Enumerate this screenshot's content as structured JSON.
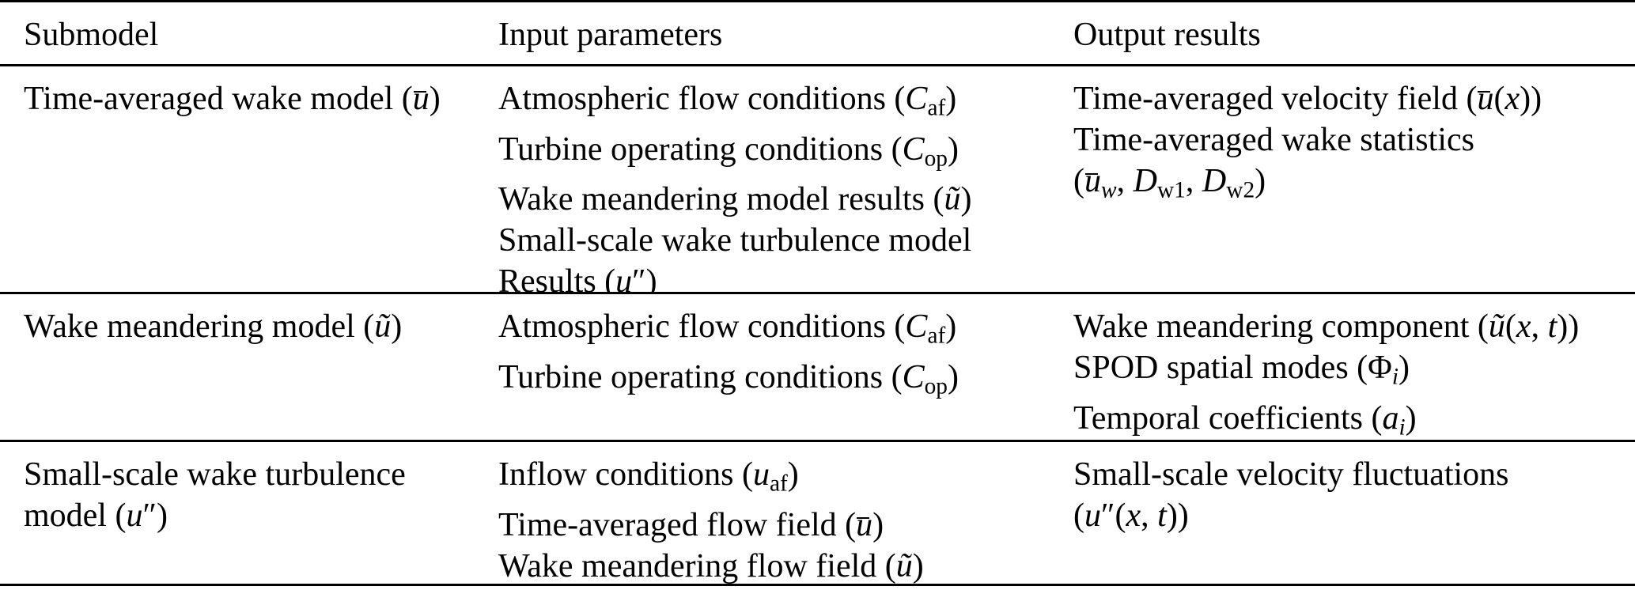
{
  "colors": {
    "text": "#000000",
    "rule": "#000000",
    "background": "#ffffff"
  },
  "table": {
    "columns": [
      "Submodel",
      "Input parameters",
      "Output results"
    ],
    "rows": [
      {
        "submodel": [
          [
            {
              "f": "r",
              "t": "Time-averaged wake model ("
            },
            {
              "f": "bar",
              "t": "u"
            },
            {
              "f": "r",
              "t": ")"
            }
          ]
        ],
        "inputs": [
          [
            {
              "f": "r",
              "t": "Atmospheric flow conditions ("
            },
            {
              "f": "i",
              "t": "C"
            },
            {
              "f": "sub",
              "t": "af"
            },
            {
              "f": "r",
              "t": ")"
            }
          ],
          [
            {
              "f": "r",
              "t": "Turbine operating conditions ("
            },
            {
              "f": "i",
              "t": "C"
            },
            {
              "f": "sub",
              "t": "op"
            },
            {
              "f": "r",
              "t": ")"
            }
          ],
          [
            {
              "f": "r",
              "t": "Wake meandering model results ("
            },
            {
              "f": "i",
              "t": "ũ"
            },
            {
              "f": "r",
              "t": ")"
            }
          ],
          [
            {
              "f": "r",
              "t": "Small-scale wake turbulence model"
            }
          ],
          [
            {
              "f": "r",
              "t": "Results ("
            },
            {
              "f": "i",
              "t": "u"
            },
            {
              "f": "r",
              "t": "″"
            },
            {
              "f": "r",
              "t": ")"
            }
          ]
        ],
        "outputs": [
          [
            {
              "f": "r",
              "t": "Time-averaged velocity field ("
            },
            {
              "f": "bar",
              "t": "u"
            },
            {
              "f": "r",
              "t": "("
            },
            {
              "f": "i",
              "t": "x"
            },
            {
              "f": "r",
              "t": "))"
            }
          ],
          [
            {
              "f": "r",
              "t": "Time-averaged wake statistics"
            }
          ],
          [
            {
              "f": "r",
              "t": "("
            },
            {
              "f": "bar",
              "t": "u"
            },
            {
              "f": "subi",
              "t": "w"
            },
            {
              "f": "r",
              "t": ", "
            },
            {
              "f": "i",
              "t": "D"
            },
            {
              "f": "sub",
              "t": "w1"
            },
            {
              "f": "r",
              "t": ", "
            },
            {
              "f": "i",
              "t": "D"
            },
            {
              "f": "sub",
              "t": "w2"
            },
            {
              "f": "r",
              "t": ")"
            }
          ]
        ]
      },
      {
        "submodel": [
          [
            {
              "f": "r",
              "t": "Wake meandering model ("
            },
            {
              "f": "i",
              "t": "ũ"
            },
            {
              "f": "r",
              "t": ")"
            }
          ]
        ],
        "inputs": [
          [
            {
              "f": "r",
              "t": "Atmospheric flow conditions ("
            },
            {
              "f": "i",
              "t": "C"
            },
            {
              "f": "sub",
              "t": "af"
            },
            {
              "f": "r",
              "t": ")"
            }
          ],
          [
            {
              "f": "r",
              "t": "Turbine operating conditions ("
            },
            {
              "f": "i",
              "t": "C"
            },
            {
              "f": "sub",
              "t": "op"
            },
            {
              "f": "r",
              "t": ")"
            }
          ]
        ],
        "outputs": [
          [
            {
              "f": "r",
              "t": "Wake meandering component ("
            },
            {
              "f": "i",
              "t": "ũ"
            },
            {
              "f": "r",
              "t": "("
            },
            {
              "f": "i",
              "t": "x"
            },
            {
              "f": "r",
              "t": ", "
            },
            {
              "f": "i",
              "t": "t"
            },
            {
              "f": "r",
              "t": "))"
            }
          ],
          [
            {
              "f": "r",
              "t": "SPOD spatial modes (Φ"
            },
            {
              "f": "subi",
              "t": "i"
            },
            {
              "f": "r",
              "t": ")"
            }
          ],
          [
            {
              "f": "r",
              "t": "Temporal coefficients ("
            },
            {
              "f": "i",
              "t": "a"
            },
            {
              "f": "subi",
              "t": "i"
            },
            {
              "f": "r",
              "t": ")"
            }
          ]
        ]
      },
      {
        "submodel": [
          [
            {
              "f": "r",
              "t": "Small-scale wake turbulence"
            }
          ],
          [
            {
              "f": "r",
              "t": "model ("
            },
            {
              "f": "i",
              "t": "u"
            },
            {
              "f": "r",
              "t": "″)"
            }
          ]
        ],
        "inputs": [
          [
            {
              "f": "r",
              "t": "Inflow conditions ("
            },
            {
              "f": "i",
              "t": "u"
            },
            {
              "f": "sub",
              "t": "af"
            },
            {
              "f": "r",
              "t": ")"
            }
          ],
          [
            {
              "f": "r",
              "t": "Time-averaged flow field ("
            },
            {
              "f": "bar",
              "t": "u"
            },
            {
              "f": "r",
              "t": ")"
            }
          ],
          [
            {
              "f": "r",
              "t": "Wake meandering flow field ("
            },
            {
              "f": "i",
              "t": "ũ"
            },
            {
              "f": "r",
              "t": ")"
            }
          ]
        ],
        "outputs": [
          [
            {
              "f": "r",
              "t": "Small-scale velocity fluctuations"
            }
          ],
          [
            {
              "f": "r",
              "t": "("
            },
            {
              "f": "i",
              "t": "u"
            },
            {
              "f": "r",
              "t": "″("
            },
            {
              "f": "i",
              "t": "x"
            },
            {
              "f": "r",
              "t": ", "
            },
            {
              "f": "i",
              "t": "t"
            },
            {
              "f": "r",
              "t": "))"
            }
          ]
        ]
      }
    ]
  }
}
